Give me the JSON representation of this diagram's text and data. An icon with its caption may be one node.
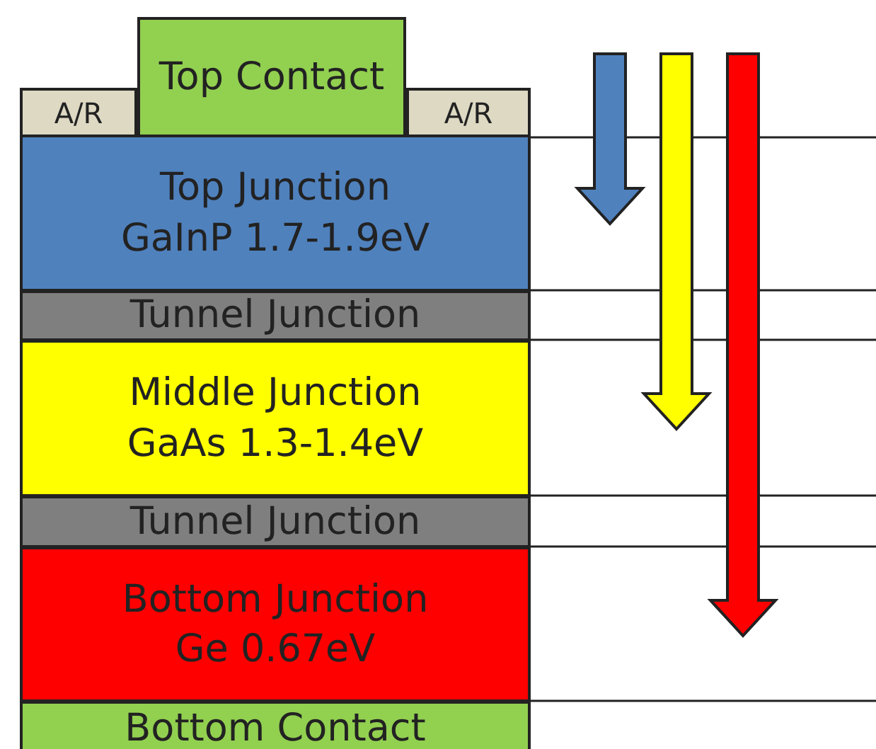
{
  "diagram": {
    "nodes": [
      {
        "text": [
          "Top Contact"
        ]
      },
      {
        "text": [
          "A/R"
        ]
      },
      {
        "text": [
          "A/R"
        ]
      },
      {
        "text": [
          "Top Junction",
          "GaInP 1.7-1.9eV"
        ]
      },
      {
        "text": [
          "Tunnel Junction"
        ]
      },
      {
        "text": [
          "Middle Junction",
          "GaAs 1.3-1.4eV"
        ]
      },
      {
        "text": [
          "Tunnel Junction"
        ]
      },
      {
        "text": [
          "Bottom Junction",
          "Ge 0.67eV"
        ]
      },
      {
        "text": [
          "Bottom Contact"
        ]
      }
    ]
  }
}
